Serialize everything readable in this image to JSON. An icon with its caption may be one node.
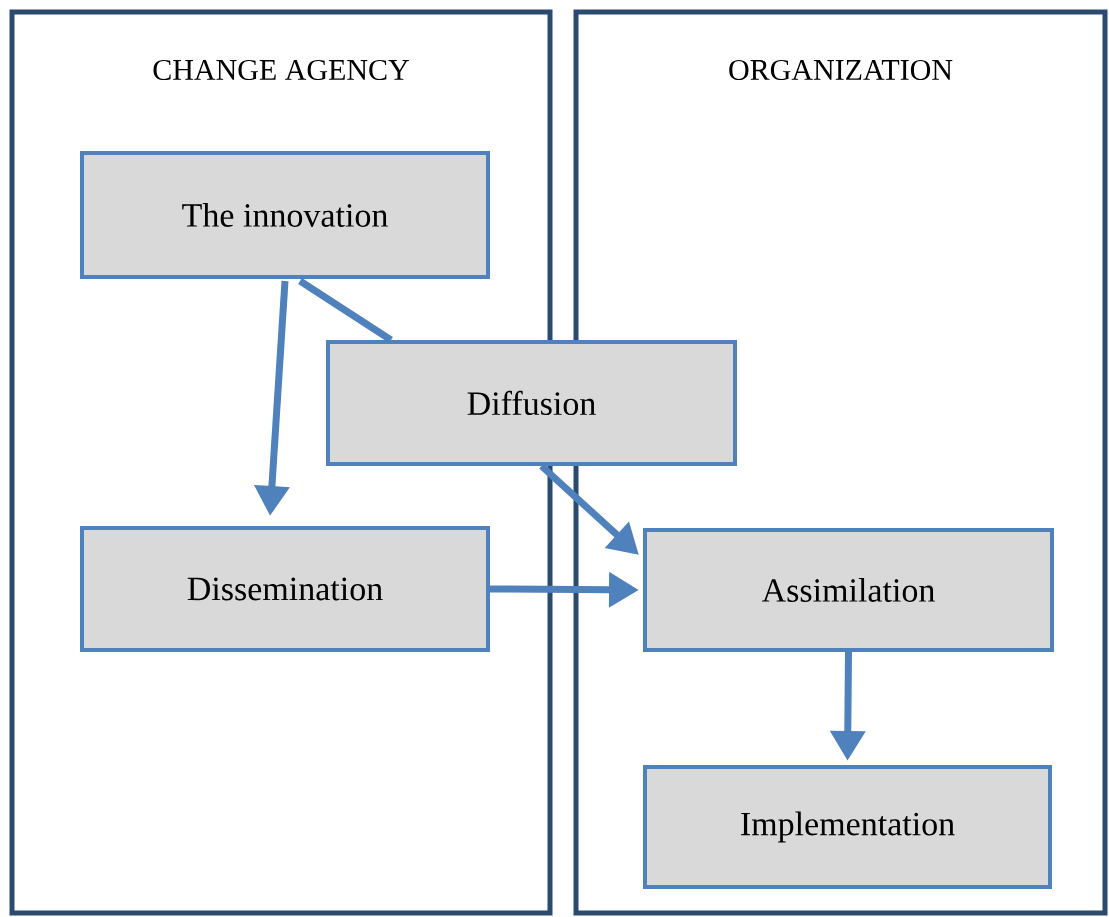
{
  "diagram": {
    "nodes": [
      {
        "text": [
          "CHANGE AGENCY"
        ]
      },
      {
        "text": [
          "ORGANIZATION"
        ]
      },
      {
        "text": [
          "The innovation"
        ],
        "in": 0
      },
      {
        "text": [
          "Diffusion"
        ]
      },
      {
        "text": [
          "Dissemination"
        ],
        "in": 0
      },
      {
        "text": [
          "Assimilation"
        ],
        "in": 1
      },
      {
        "text": [
          "Implementation"
        ],
        "in": 1
      }
    ],
    "edges": [
      {
        "from": 2,
        "to": 4,
        "arrow": "to"
      },
      {
        "from": 2,
        "to": 3,
        "arrow": "none"
      },
      {
        "from": 3,
        "to": 5,
        "arrow": "to"
      },
      {
        "from": 4,
        "to": 5,
        "arrow": "to"
      },
      {
        "from": 5,
        "to": 6,
        "arrow": "to"
      }
    ]
  }
}
